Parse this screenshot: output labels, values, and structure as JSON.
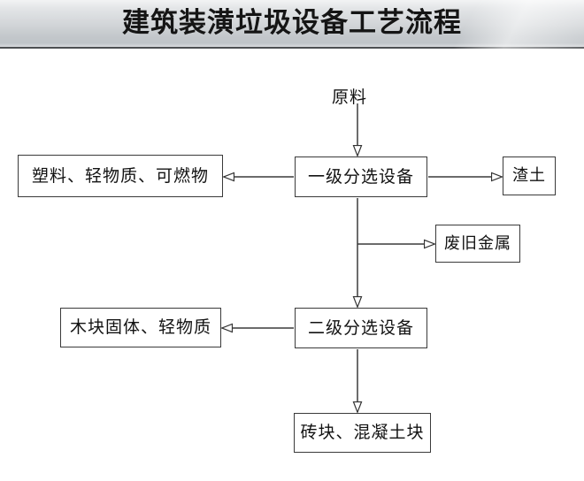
{
  "header": {
    "title": "建筑装潢垃圾设备工艺流程"
  },
  "diagram": {
    "type": "process-flowchart",
    "orientation": "top-to-bottom",
    "nodes": {
      "raw_material": "原料",
      "sorter_level_1": "一级分选设备",
      "light_waste": "塑料、轻物质、可燃物",
      "slag_soil": "渣土",
      "scrap_metal": "废旧金属",
      "sorter_level_2": "二级分选设备",
      "wood_light": "木块固体、轻物质",
      "brick_concrete": "砖块、混凝土块"
    },
    "edges": [
      {
        "from": "raw_material",
        "to": "sorter_level_1",
        "direction": "down"
      },
      {
        "from": "sorter_level_1",
        "to": "light_waste",
        "direction": "left"
      },
      {
        "from": "sorter_level_1",
        "to": "slag_soil",
        "direction": "right"
      },
      {
        "from": "sorter_level_1",
        "to": "scrap_metal",
        "direction": "right-branch"
      },
      {
        "from": "sorter_level_1",
        "to": "sorter_level_2",
        "direction": "down"
      },
      {
        "from": "sorter_level_2",
        "to": "wood_light",
        "direction": "left"
      },
      {
        "from": "sorter_level_2",
        "to": "brick_concrete",
        "direction": "down"
      }
    ],
    "colors": {
      "line": "#3a3a3a",
      "node_fill": "#ffffff",
      "text": "#121212",
      "header_top": "#f2f3f4",
      "header_bottom": "#bfc4c8",
      "header_rule": "#4c4f52"
    }
  }
}
